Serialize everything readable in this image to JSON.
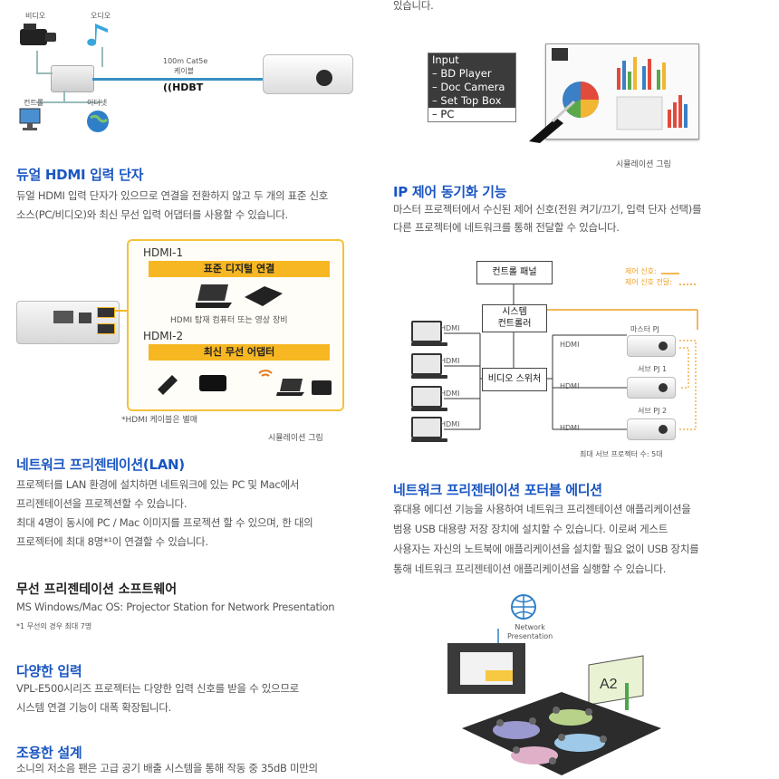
{
  "top_diagram": {
    "video": "비디오",
    "audio": "오디오",
    "control": "컨트롤",
    "ethernet": "이더넷",
    "cable": "100m Cat5e",
    "cable_sub": "케이블",
    "hdbt": "HDBT"
  },
  "col2_top_text": "있습니다.",
  "dual_hdmi": {
    "title": "듀얼 HDMI 입력 단자",
    "body": [
      "듀얼 HDMI 입력 단자가 있으므로 연결을 전환하지 않고 두 개의 표준 신호",
      "소스(PC/비디오)와 최신 무선 입력 어댑터를 사용할 수 있습니다."
    ],
    "hdmi1": "HDMI-1",
    "bar1": "표준 디지털 연결",
    "caption1": "HDMI 탑재 컴퓨터 또는 영상 장비",
    "hdmi2": "HDMI-2",
    "bar2": "최신 무선 어댑터",
    "footnote": "*HDMI 케이블은 별매",
    "sim": "시뮬레이션 그림"
  },
  "input_menu": {
    "title": "Input",
    "items": [
      "– BD Player",
      "– Doc Camera",
      "– Set Top Box",
      "– PC"
    ],
    "selected_index": 3,
    "sim": "시뮬레이션 그림"
  },
  "ip_control": {
    "title": "IP 제어 동기화 기능",
    "body": [
      "마스터 프로젝터에서 수신된 제어 신호(전원 켜기/끄기, 입력 단자 선택)를",
      "다른 프로젝터에 네트워크를 통해 전달할 수 있습니다."
    ],
    "control_panel": "컨트롤 패널",
    "system_controller": [
      "시스템",
      "컨트롤러"
    ],
    "video_switcher": "비디오 스위처",
    "legend_control": "제어 신호:",
    "legend_control_relay": "제어 신호 전달:",
    "hdmi": "HDMI",
    "master": "마스터 PJ",
    "sub1": "서브 PJ 1",
    "sub2": "서브 PJ 2",
    "max_sub": "최대 서브 프로젝터 수: 5대",
    "legend_color": "#f0a020"
  },
  "network_lan": {
    "title": "네트워크 프리젠테이션(LAN)",
    "body": [
      "프로젝터를 LAN 환경에 설치하면 네트워크에 있는 PC 및 Mac에서",
      "프리젠테이션을 프로젝션할 수 있습니다.",
      "최대 4명이 동시에 PC / Mac 이미지를 프로젝션 할 수 있으며, 한 대의",
      "프로젝터에 최대 8명*¹이 연결할 수 있습니다."
    ]
  },
  "portable": {
    "title": "네트워크 프리젠테이션 포터블 에디션",
    "body": [
      "휴대용 에디션 기능을 사용하여 네트워크 프리젠테이션 애플리케이션을",
      "범용 USB 대용량 저장 장치에 설치할 수 있습니다. 이로써 게스트",
      "사용자는 자신의 노트북에 애플리케이션을 설치할 필요 없이 USB 장치를",
      "통해 네트워크 프리젠테이션 애플리케이션을 실행할 수 있습니다."
    ],
    "network_label": [
      "Network",
      "Presentation"
    ],
    "screen_label": "A2"
  },
  "wireless_software": {
    "title": "무선 프리젠테이션 소프트웨어",
    "body": "MS Windows/Mac OS: Projector Station for Network Presentation",
    "note": "*1 무선의 경우 최대 7명"
  },
  "various_input": {
    "title": "다양한 입력",
    "body": [
      "VPL-E500시리즈 프로젝터는 다양한 입력 신호를 받을 수 있으므로",
      "시스템 연결 기능이 대폭 확장됩니다."
    ]
  },
  "quiet": {
    "title": "조용한 설계",
    "body": "소니의 저소음 팬은 고급 공기 배출 시스템을 통해 작동 중 35dB 미만의"
  },
  "colors": {
    "heading": "#1a56c2",
    "accent_orange": "#f7b722",
    "cable": "#3a8fc4"
  }
}
